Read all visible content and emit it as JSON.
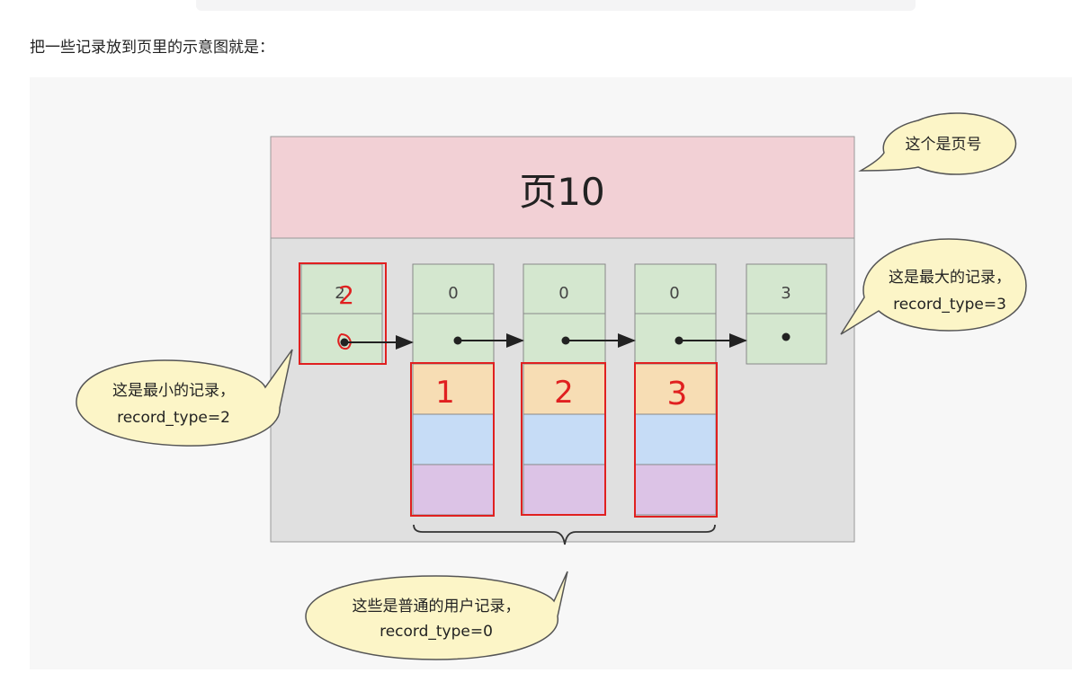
{
  "intro_text": "把一些记录放到页里的示意图就是：",
  "diagram": {
    "page_title": "页10",
    "callouts": {
      "page_number": "这个是页号",
      "max_record_line1": "这是最大的记录，",
      "max_record_line2": "record_type=3",
      "min_record_line1": "这是最小的记录，",
      "min_record_line2": "record_type=2",
      "user_records_line1": "这些是普通的用户记录，",
      "user_records_line2": "record_type=0"
    },
    "records": [
      {
        "header": "2",
        "annotation": "2"
      },
      {
        "header": "0",
        "annotation": "1"
      },
      {
        "header": "0",
        "annotation": "2"
      },
      {
        "header": "0",
        "annotation": "3"
      },
      {
        "header": "3",
        "annotation": ""
      }
    ],
    "colors": {
      "page_header": "#f2d0d5",
      "page_body": "#e0e0e0",
      "record_cell": "#d4e7cf",
      "user_row1": "#f7ddb4",
      "user_row2": "#c6dcf6",
      "user_row3": "#dcc3e6",
      "callout_fill": "#fcf5c7",
      "annotation_red": "#e02020"
    }
  }
}
